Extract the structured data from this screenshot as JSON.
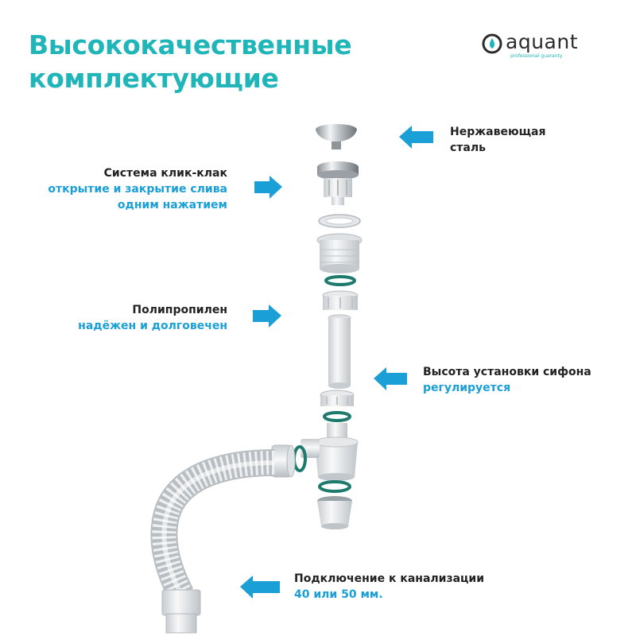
{
  "title": {
    "line1": "Высококачественные",
    "line2": "комплектующие"
  },
  "logo": {
    "name": "aquant",
    "tagline": "professional guaranty",
    "icon": "aquant-drop-logo-icon"
  },
  "features": [
    {
      "id": "steel",
      "title": "Нержавеющая",
      "sub": "сталь",
      "arrow": "left"
    },
    {
      "id": "click",
      "title": "Система клик-клак",
      "sub1": "открытие и закрытие слива",
      "sub2": "одним нажатием",
      "arrow": "right"
    },
    {
      "id": "pp",
      "title": "Полипропилен",
      "sub": "надёжен и долговечен",
      "arrow": "right"
    },
    {
      "id": "height",
      "title": "Высота установки сифона",
      "sub": "регулируется",
      "arrow": "left"
    },
    {
      "id": "sewer",
      "title": "Подключение к канализации",
      "sub": "40 или 50 мм.",
      "arrow": "left"
    }
  ],
  "colors": {
    "accent": "#1a9fd6",
    "title": "#1fb5b9",
    "text": "#222222",
    "gasket": "#1f7a6e"
  }
}
